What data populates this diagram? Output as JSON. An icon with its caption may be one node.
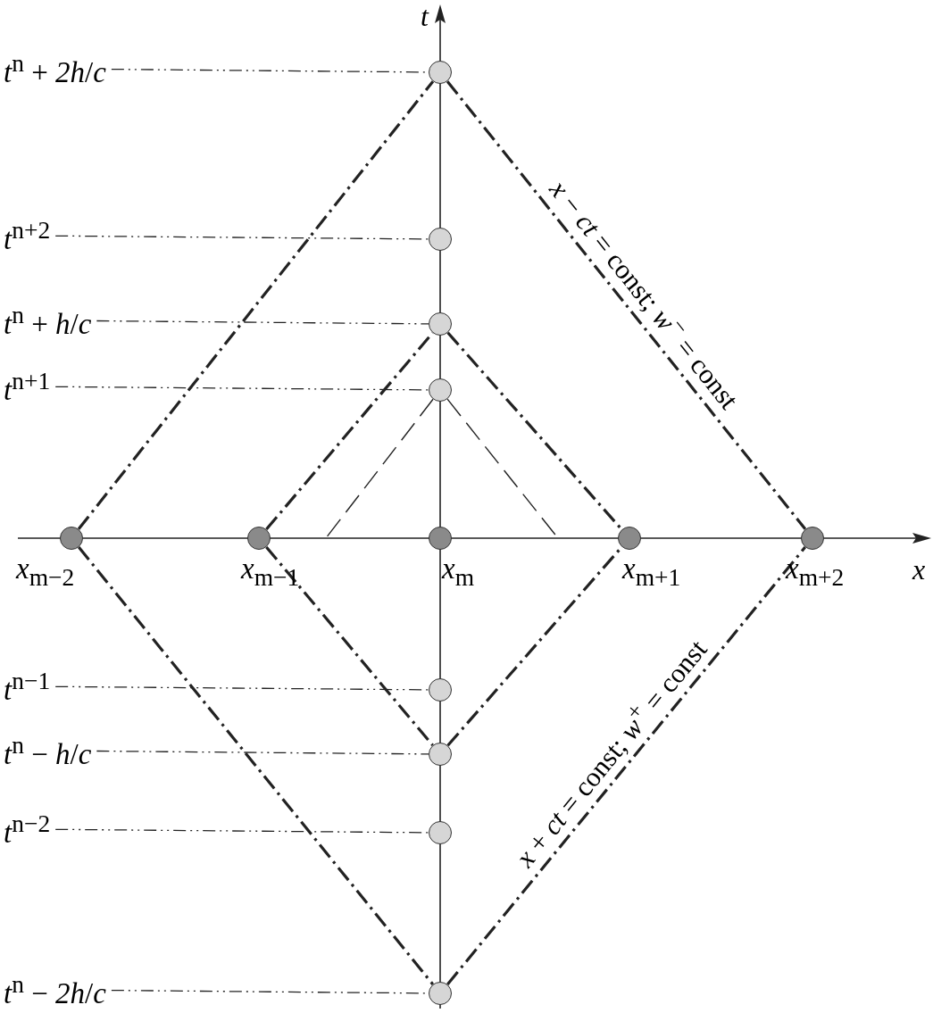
{
  "diagram": {
    "nodes": [
      {
        "text": [],
        "shape": "circle"
      },
      {
        "text": [],
        "shape": "circle"
      },
      {
        "text": [],
        "shape": "circle"
      },
      {
        "text": [],
        "shape": "circle"
      },
      {
        "text": [],
        "shape": "circle",
        "beside": [
          "*x*$_{m−2}$"
        ]
      },
      {
        "text": [],
        "shape": "circle",
        "beside": [
          "*x*$_{m−1}$"
        ]
      },
      {
        "text": [],
        "shape": "circle",
        "beside": [
          "*x*$_{m}$"
        ]
      },
      {
        "text": [],
        "shape": "circle",
        "beside": [
          "*x*$_{m+1}$"
        ]
      },
      {
        "text": [],
        "shape": "circle",
        "beside": [
          "*x*$_{m+2}$"
        ]
      },
      {
        "text": [],
        "shape": "circle"
      },
      {
        "text": [],
        "shape": "circle"
      },
      {
        "text": [],
        "shape": "circle"
      },
      {
        "text": [],
        "shape": "circle"
      },
      {
        "text": [
          "*t*$^{n}$ + *2h*/*c*"
        ]
      },
      {
        "text": [
          "*t*$^{n+2}$"
        ]
      },
      {
        "text": [
          "*t*$^{n}$ + *h*/*c*"
        ]
      },
      {
        "text": [
          "*t*$^{n+1}$"
        ]
      },
      {
        "text": [
          "*t*$^{n−1}$"
        ]
      },
      {
        "text": [
          "*t*$^{n}$ − *h*/*c*"
        ]
      },
      {
        "text": [
          "*t*$^{n−2}$"
        ]
      },
      {
        "text": [
          "*t*$^{n}$ − *2h*/*c*"
        ]
      }
    ],
    "edges": [
      {
        "from": 13,
        "to": 0,
        "arrow": "none",
        "style": "dashed"
      },
      {
        "from": 14,
        "to": 1,
        "arrow": "none",
        "style": "dashed"
      },
      {
        "from": 15,
        "to": 2,
        "arrow": "none",
        "style": "dashed"
      },
      {
        "from": 16,
        "to": 3,
        "arrow": "none",
        "style": "dashed"
      },
      {
        "from": 17,
        "to": 9,
        "arrow": "none",
        "style": "dashed"
      },
      {
        "from": 18,
        "to": 10,
        "arrow": "none",
        "style": "dashed"
      },
      {
        "from": 19,
        "to": 11,
        "arrow": "none",
        "style": "dashed"
      },
      {
        "from": 20,
        "to": 12,
        "arrow": "none",
        "style": "dashed"
      },
      {
        "from": 4,
        "to": 0,
        "arrow": "none",
        "style": "dashed"
      },
      {
        "from": 0,
        "to": 8,
        "arrow": "none",
        "style": "dashed",
        "label": "*x* − *ct* = const; *w*$^{−}$ = const"
      },
      {
        "from": 5,
        "to": 2,
        "arrow": "none",
        "style": "dashed"
      },
      {
        "from": 2,
        "to": 7,
        "arrow": "none",
        "style": "dashed"
      },
      {
        "from": 4,
        "to": 12,
        "arrow": "none",
        "style": "dashed"
      },
      {
        "from": 12,
        "to": 8,
        "arrow": "none",
        "style": "dashed",
        "label": "*x* + *ct* = const; *w*$^{+}$ = const"
      },
      {
        "from": 5,
        "to": 10,
        "arrow": "none",
        "style": "dashed"
      },
      {
        "from": 10,
        "to": 7,
        "arrow": "none",
        "style": "dashed"
      },
      {
        "from": 3,
        "to": null,
        "arrow": "none",
        "style": "dashed"
      },
      {
        "from": 3,
        "to": null,
        "arrow": "none",
        "style": "dashed"
      }
    ],
    "labels": [
      "*t*",
      "*x*"
    ]
  }
}
